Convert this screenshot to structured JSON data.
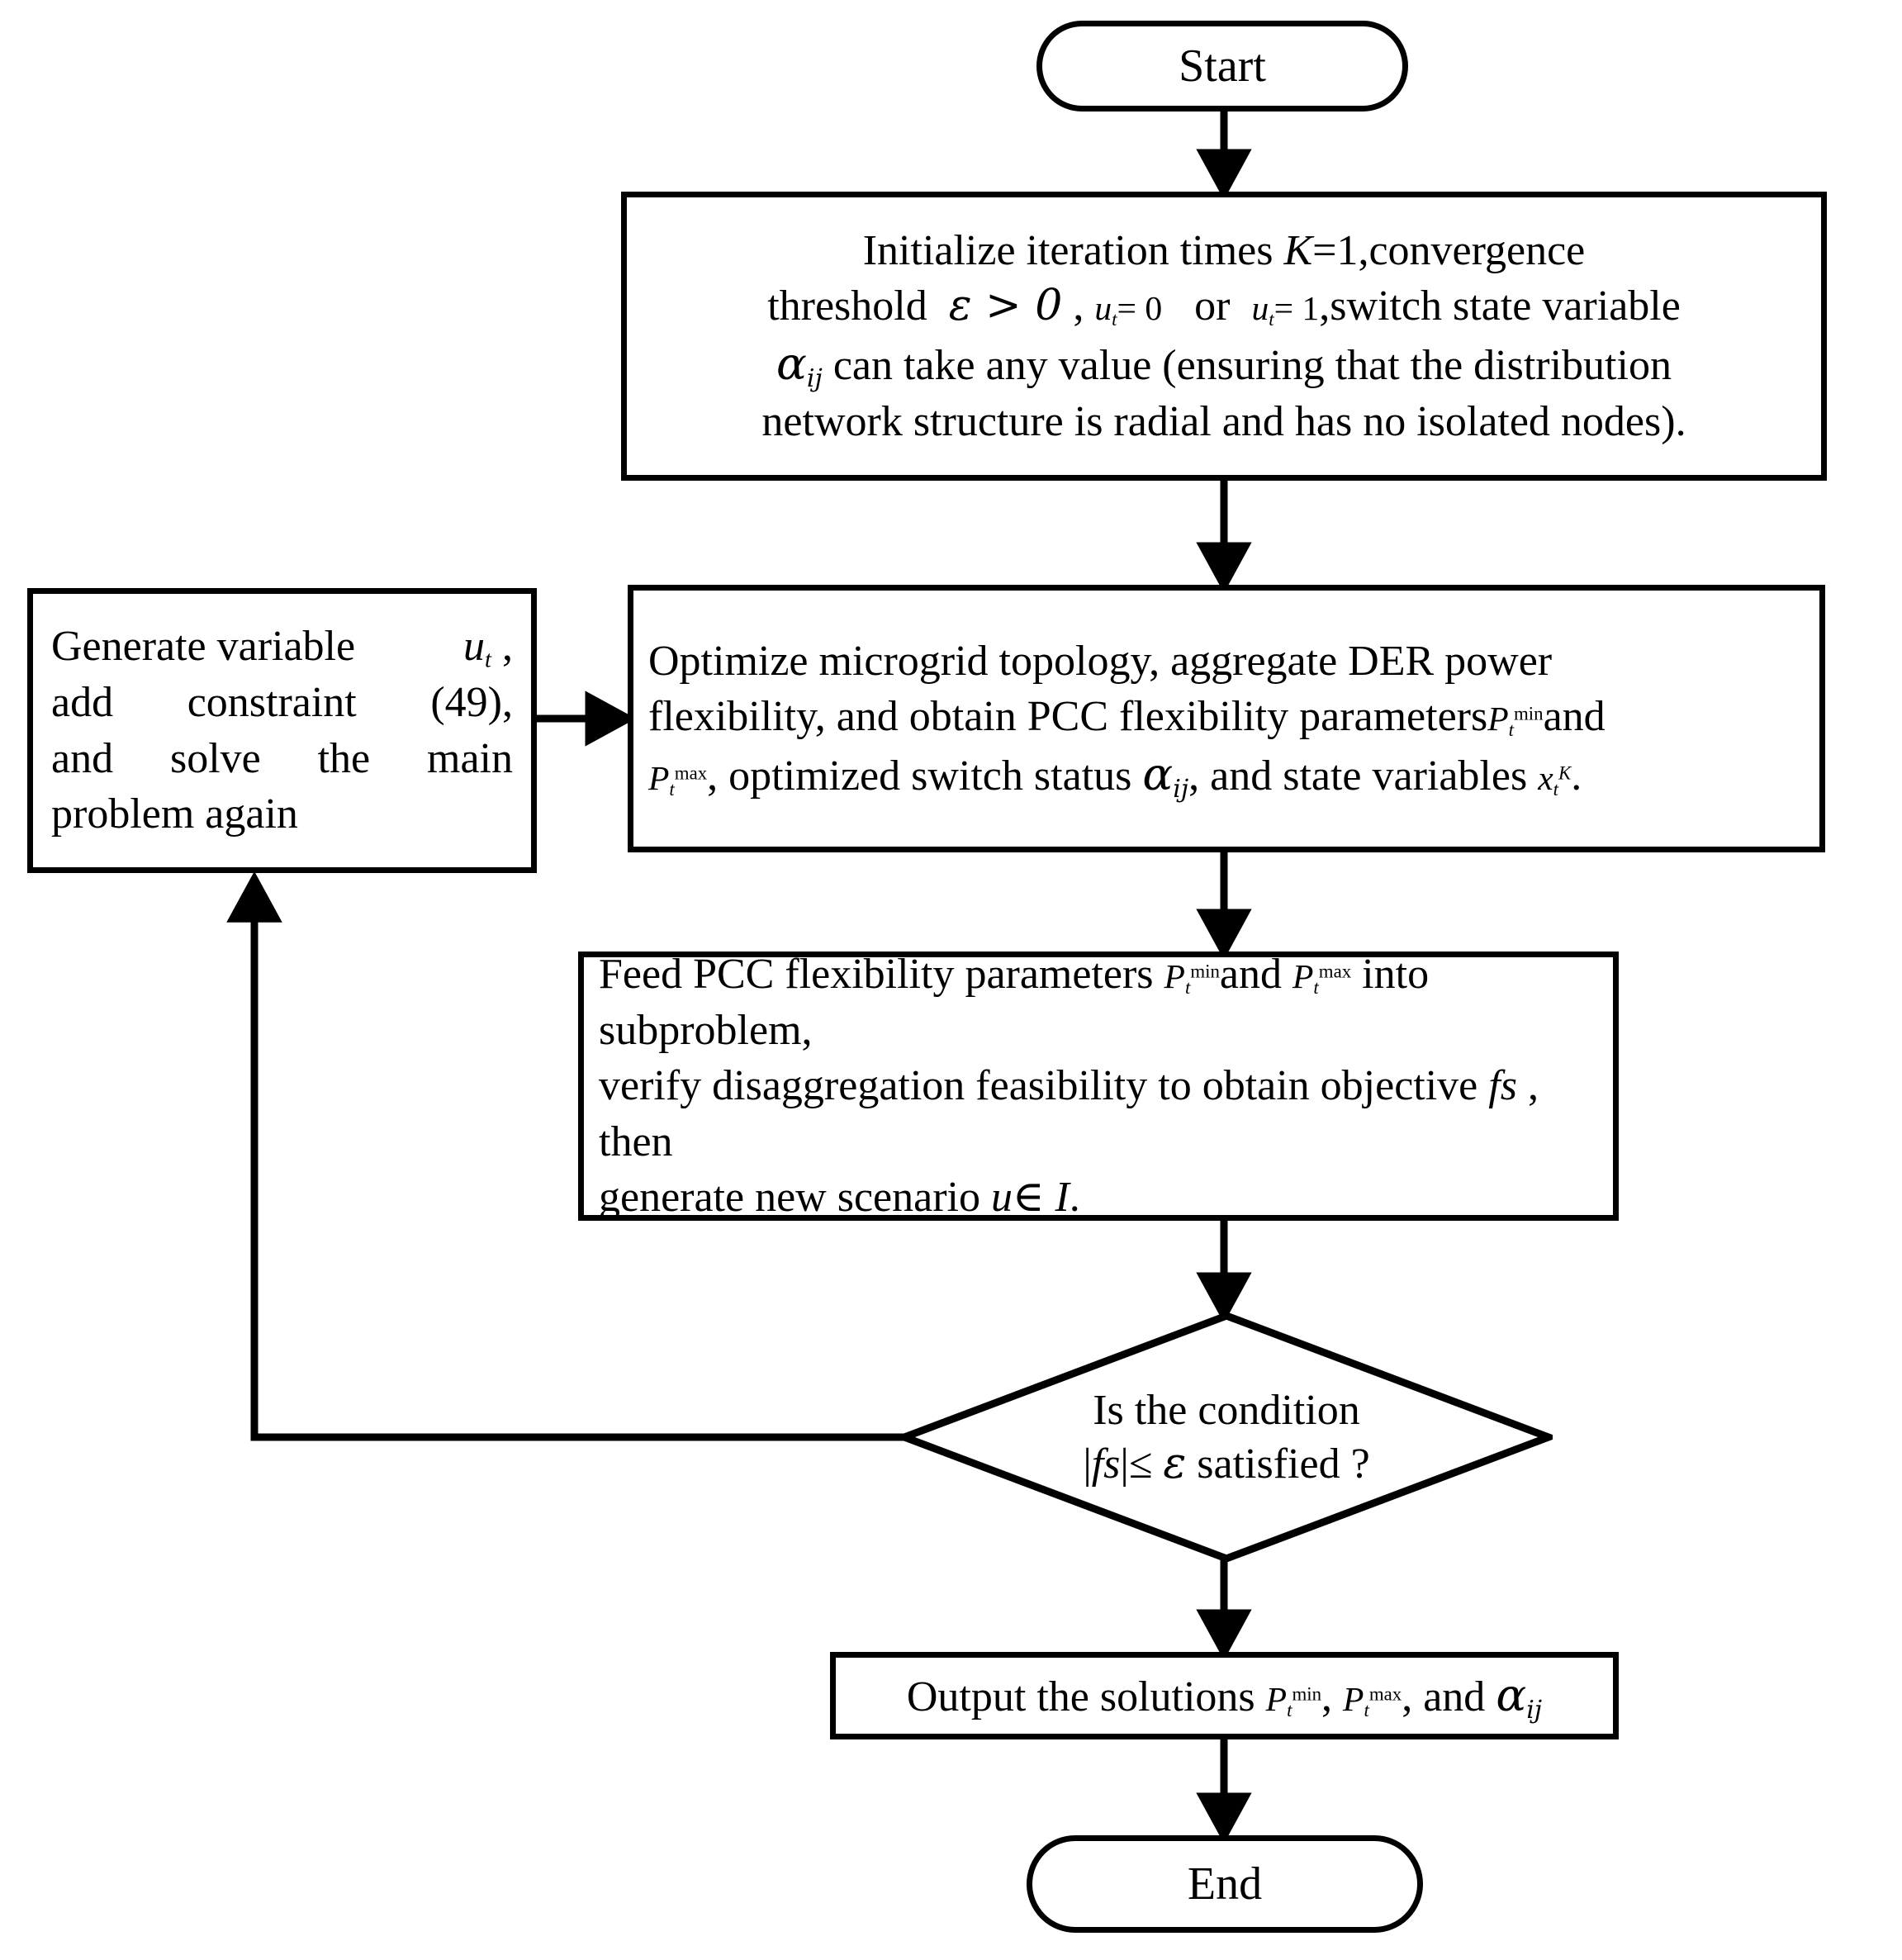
{
  "diagram": {
    "type": "flowchart",
    "title": "Iterative microgrid flexibility aggregation algorithm flowchart",
    "line_color": "#000000",
    "background_color": "#ffffff"
  },
  "nodes": {
    "start": {
      "shape": "terminal",
      "label": "Start"
    },
    "initialize": {
      "shape": "process",
      "line1_a": "Initialize iteration times ",
      "line1_K": "K",
      "line1_b": "=1,convergence",
      "line2_a": "threshold",
      "line2_eps": "ε > 0",
      "line2_comma": ",",
      "line2_u0": "u",
      "line2_u0_sub": "t",
      "line2_u0_eq": "= 0",
      "line2_or": "or",
      "line2_u1": "u",
      "line2_u1_sub": "t",
      "line2_u1_eq": "= 1",
      "line2_c": ",switch state variable",
      "line3_alpha": "α",
      "line3_alpha_sub": "ij",
      "line3_b": " can take any value (ensuring that the distribution",
      "line4": "network structure is radial and has no isolated nodes)."
    },
    "generate_variable": {
      "shape": "process",
      "line1_a": "Generate variable ",
      "line1_u": "u",
      "line1_u_sub": "t",
      "line1_b": " ,",
      "line2": "add constraint (49),",
      "line3": "and solve the main",
      "line4": "problem again"
    },
    "optimize": {
      "shape": "process",
      "line1": "Optimize microgrid topology, aggregate DER power",
      "line2_a": "flexibility, and obtain PCC flexibility parameters",
      "line2_P": "P",
      "line2_P_sub": "t",
      "line2_P_sup": "min",
      "line2_b": "and",
      "line3_P": "P",
      "line3_P_sub": "t",
      "line3_P_sup": "max",
      "line3_a": ", optimized switch status ",
      "line3_alpha": "α",
      "line3_alpha_sub": "ij",
      "line3_b": ", and state variables ",
      "line3_x": "x",
      "line3_x_sub": "t",
      "line3_x_sup": "K",
      "line3_c": "."
    },
    "feed_pcc": {
      "shape": "process",
      "line1_a": "Feed PCC flexibility parameters ",
      "line1_P1": "P",
      "line1_P1_sub": "t",
      "line1_P1_sup": "min",
      "line1_b": "and ",
      "line1_P2": "P",
      "line1_P2_sub": "t",
      "line1_P2_sup": "max",
      "line1_c": " into subproblem,",
      "line2_a": "verify disaggregation feasibility to obtain objective ",
      "line2_fs": "fs",
      "line2_b": " , then",
      "line3_a": "generate new scenario ",
      "line3_u": "u",
      "line3_in": "∈",
      "line3_I": "I",
      "line3_b": "."
    },
    "decision": {
      "shape": "decision",
      "line1": "Is the condition",
      "line2_abs_open": "|",
      "line2_fs": "fs",
      "line2_abs_close": "|",
      "line2_le": "≤",
      "line2_eps": "ε",
      "line2_tail": " satisfied ?"
    },
    "output": {
      "shape": "process",
      "a": "Output the solutions ",
      "P1": "P",
      "P1_sub": "t",
      "P1_sup": "min",
      "b": ", ",
      "P2": "P",
      "P2_sub": "t",
      "P2_sup": "max",
      "c": ", and ",
      "alpha": "α",
      "alpha_sub": "ij"
    },
    "end": {
      "shape": "terminal",
      "label": "End"
    }
  },
  "edges": [
    {
      "name": "start-to-initialize",
      "from": "start",
      "to": "initialize",
      "label": ""
    },
    {
      "name": "initialize-to-optimize",
      "from": "initialize",
      "to": "optimize",
      "label": ""
    },
    {
      "name": "generate-to-optimize",
      "from": "generate_variable",
      "to": "optimize",
      "label": ""
    },
    {
      "name": "optimize-to-feed",
      "from": "optimize",
      "to": "feed_pcc",
      "label": ""
    },
    {
      "name": "feed-to-decision",
      "from": "feed_pcc",
      "to": "decision",
      "label": ""
    },
    {
      "name": "decision-to-generate-feedback",
      "from": "decision",
      "to": "generate_variable",
      "label": ""
    },
    {
      "name": "decision-to-output",
      "from": "decision",
      "to": "output",
      "label": ""
    },
    {
      "name": "output-to-end",
      "from": "output",
      "to": "end",
      "label": ""
    }
  ]
}
